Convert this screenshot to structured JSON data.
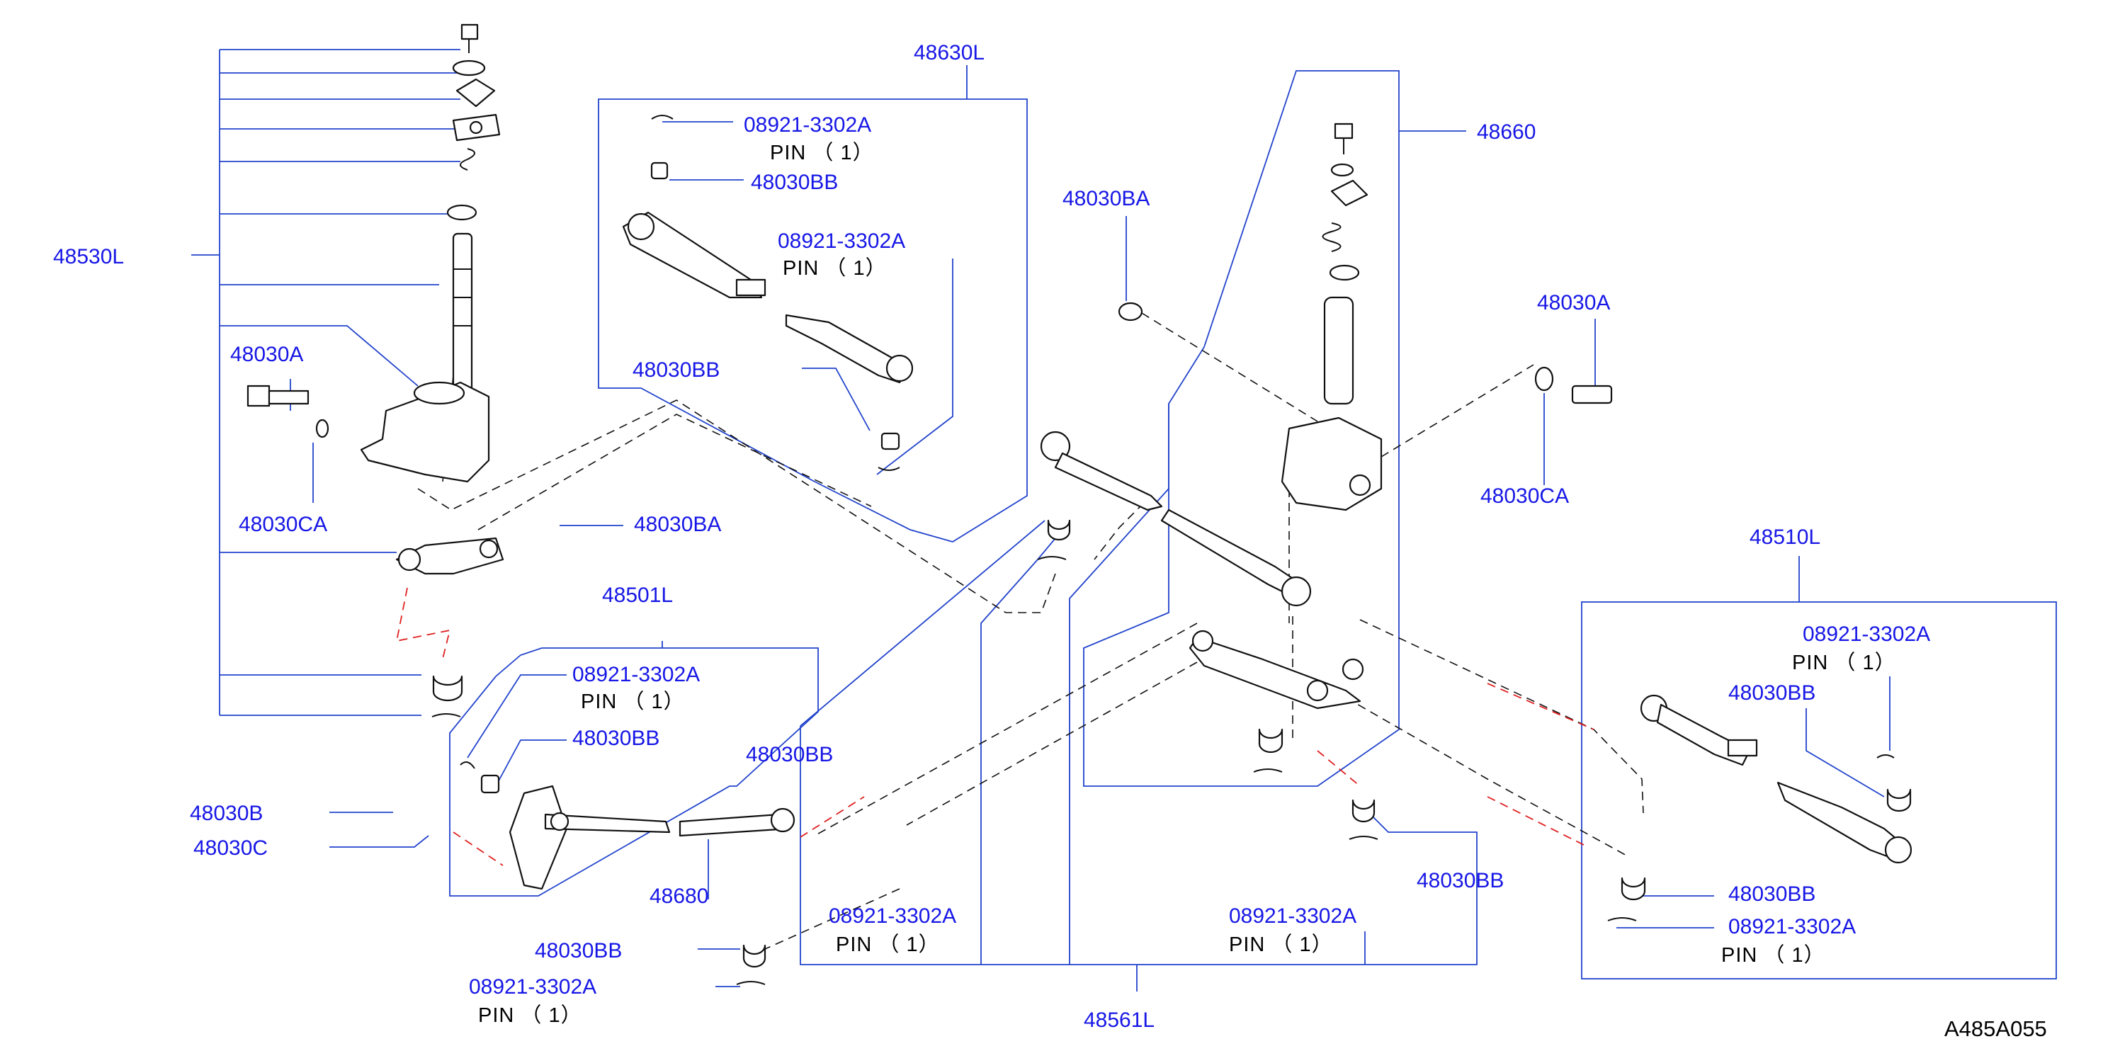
{
  "colors": {
    "label": "#1717e6",
    "leader": "#2244cc",
    "pin_text": "#000000",
    "dash": "#111111",
    "red_dash": "#e02020"
  },
  "callouts": {
    "c48530L": "48530L",
    "c48030A_left": "48030A",
    "c48030CA_left": "48030CA",
    "c48030BA_left": "48030BA",
    "c48501L": "48501L",
    "c08921_501": "08921-3302A",
    "c48030BB_501": "48030BB",
    "c48030B": "48030B",
    "c48030C": "48030C",
    "c48680": "48680",
    "c48030BB_bl": "48030BB",
    "c08921_bl": "08921-3302A",
    "c48630L": "48630L",
    "c08921_630a": "08921-3302A",
    "c48030BB_630a": "48030BB",
    "c08921_630b": "08921-3302A",
    "c48030BB_630b": "48030BB",
    "c48030BB_mid": "48030BB",
    "c08921_mid": "08921-3302A",
    "c48561L": "48561L",
    "c48030BA_right": "48030BA",
    "c48660": "48660",
    "c48030A_right": "48030A",
    "c48030CA_right": "48030CA",
    "c08921_rmid": "08921-3302A",
    "c48030BB_rmid": "48030BB",
    "c48510L": "48510L",
    "c08921_510a": "08921-3302A",
    "c48030BB_510a": "48030BB",
    "c48030BB_510b": "48030BB",
    "c08921_510b": "08921-3302A"
  },
  "pins": {
    "p501": "PIN （ 1）",
    "pbl": "PIN （ 1）",
    "p630a": "PIN （ 1）",
    "p630b": "PIN （ 1）",
    "pmid": "PIN （ 1）",
    "prmid": "PIN （ 1）",
    "p510a": "PIN （ 1）",
    "p510b": "PIN （ 1）"
  },
  "drawing_code": "A485A055"
}
